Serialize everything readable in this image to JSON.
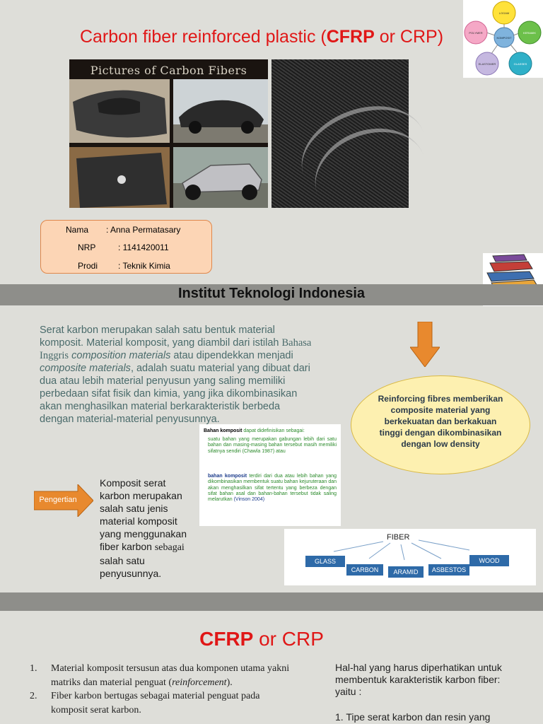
{
  "slide1": {
    "title_pre": "Carbon fiber reinforced plastic (",
    "title_bold": "CFRP",
    "title_post": " or CRP)",
    "collage_title": "Pictures of Carbon Fibers",
    "composite_diagram": {
      "center": "KOMPOSIT",
      "nodes": [
        "LOGAM",
        "KERAMIK",
        "GLASSES",
        "ELASTOMER",
        "POLYMER"
      ]
    },
    "info": [
      {
        "label": "Nama",
        "value": ": Anna Permatasary"
      },
      {
        "label": "NRP",
        "value": ": 1141420011"
      },
      {
        "label": "Prodi",
        "value": ": Teknik Kimia"
      }
    ],
    "institution": "Institut Teknologi Indonesia"
  },
  "slide2": {
    "para_1": "Serat karbon merupakan salah satu bentuk material komposit. Material komposit, yang diambil dari istilah ",
    "para_serif": "Bahasa Inggris",
    "para_2": " ",
    "para_i1": "composition materials",
    "para_3": " atau dipendekkan menjadi ",
    "para_i2": "composite materials",
    "para_4": ", adalah suatu material yang dibuat dari dua atau lebih material penyusun yang saling memiliki perbedaan sifat fisik dan kimia, yang jika dikombinasikan akan menghasilkan material berkarakteristik berbeda dengan material-material penyusunnya.",
    "ellipse_text": "Reinforcing fibres memberikan composite material yang berkekuatan dan berkakuan tinggi dengan dikombinasikan dengan low density",
    "def_head_bold": "Bahan komposit",
    "def_head_rest": " dapat didefinisikan sebagai:",
    "def_p1": "suatu bahan yang merupakan gabungan lebih dari satu bahan dan masing-masing bahan tersebut masih memiliki sifatnya sendiri (Chawla 1987) atau",
    "def_p2_bold": "bahan komposit",
    "def_p2": " terdiri dari dua atau lebih bahan yang dikombinasikan membentuk suatu bahan kejuruteraan dan akan menghasilkan sifat tertentu yang berbeza dengan sifat bahan asal dan bahan-bahan tersebut tidak saling melarutkan",
    "def_p2_cite": " (Vinson 2004)",
    "pengertian": "Pengertian",
    "komposit_1": "Komposit serat karbon merupakan salah satu jenis material komposit yang menggunakan fiber karbon ",
    "komposit_serif": "sebagai",
    "komposit_2": " salah satu penyusunnya.",
    "fiber": {
      "root": "FIBER",
      "children": [
        "GLASS",
        "CARBON",
        "ARAMID",
        "ASBESTOS",
        "WOOD"
      ]
    }
  },
  "slide3": {
    "title_bold": "CFRP",
    "title_rest": " or CRP",
    "list": [
      {
        "num": "1.",
        "pre": "Material komposit tersusun atas dua komponen utama yakni matriks dan material penguat (",
        "italic": "reinforcement",
        "post": ")."
      },
      {
        "num": "2.",
        "pre": "Fiber karbon bertugas sebagai material penguat pada komposit serat karbon.",
        "italic": "",
        "post": ""
      }
    ],
    "right_intro": "Hal-hal yang harus diperhatikan untuk membentuk karakteristik karbon fiber: yaitu :",
    "right_item": "1.  Tipe serat karbon dan resin yang"
  },
  "colors": {
    "title_red": "#e01717",
    "band_gray": "#8e8e8a",
    "arrow_orange": "#e8892e",
    "ellipse_fill": "#fdf0b0",
    "fiber_blue": "#2e6aa8"
  }
}
